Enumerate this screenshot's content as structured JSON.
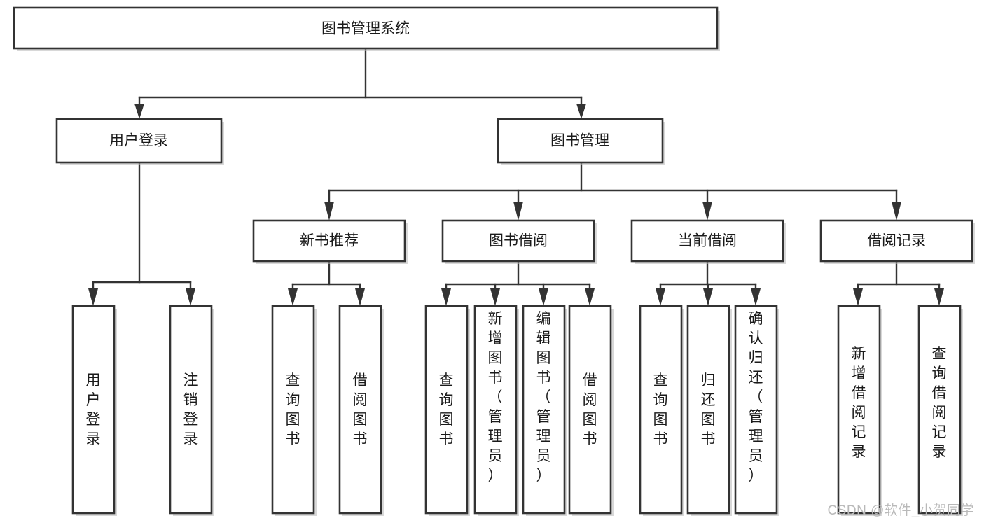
{
  "diagram": {
    "type": "tree",
    "title": "图书管理系统",
    "watermark": "CSDN @软件_小贺同学",
    "colors": {
      "box_stroke": "#333333",
      "box_fill": "#ffffff",
      "edge": "#333333",
      "text": "#1a1a1a",
      "watermark": "#b9b9b9"
    },
    "levels": {
      "level1": [
        {
          "id": "root",
          "label": "图书管理系统",
          "orientation": "horizontal"
        }
      ],
      "level2": [
        {
          "id": "user-login",
          "label": "用户登录",
          "orientation": "horizontal",
          "parent": "root"
        },
        {
          "id": "book-manage",
          "label": "图书管理",
          "orientation": "horizontal",
          "parent": "root"
        }
      ],
      "level3": [
        {
          "id": "new-book-rec",
          "label": "新书推荐",
          "orientation": "horizontal",
          "parent": "book-manage"
        },
        {
          "id": "book-borrow",
          "label": "图书借阅",
          "orientation": "horizontal",
          "parent": "book-manage"
        },
        {
          "id": "current-borrow",
          "label": "当前借阅",
          "orientation": "horizontal",
          "parent": "book-manage"
        },
        {
          "id": "borrow-record",
          "label": "借阅记录",
          "orientation": "horizontal",
          "parent": "book-manage"
        }
      ],
      "level4": [
        {
          "id": "leaf-user-login",
          "label": "用户登录",
          "orientation": "vertical",
          "parent": "user-login"
        },
        {
          "id": "leaf-logout",
          "label": "注销登录",
          "orientation": "vertical",
          "parent": "user-login"
        },
        {
          "id": "leaf-query-book-1",
          "label": "查询图书",
          "orientation": "vertical",
          "parent": "new-book-rec"
        },
        {
          "id": "leaf-borrow-book-1",
          "label": "借阅图书",
          "orientation": "vertical",
          "parent": "new-book-rec"
        },
        {
          "id": "leaf-query-book-2",
          "label": "查询图书",
          "orientation": "vertical",
          "parent": "book-borrow"
        },
        {
          "id": "leaf-add-book",
          "label": "新增图书（管理员）",
          "orientation": "vertical",
          "parent": "book-borrow"
        },
        {
          "id": "leaf-edit-book",
          "label": "编辑图书（管理员）",
          "orientation": "vertical",
          "parent": "book-borrow"
        },
        {
          "id": "leaf-borrow-book-2",
          "label": "借阅图书",
          "orientation": "vertical",
          "parent": "book-borrow"
        },
        {
          "id": "leaf-query-book-3",
          "label": "查询图书",
          "orientation": "vertical",
          "parent": "current-borrow"
        },
        {
          "id": "leaf-return-book",
          "label": "归还图书",
          "orientation": "vertical",
          "parent": "current-borrow"
        },
        {
          "id": "leaf-confirm-return",
          "label": "确认归还（管理员）",
          "orientation": "vertical",
          "parent": "current-borrow"
        },
        {
          "id": "leaf-add-record",
          "label": "新增借阅记录",
          "orientation": "vertical",
          "parent": "borrow-record"
        },
        {
          "id": "leaf-query-record",
          "label": "查询借阅记录",
          "orientation": "vertical",
          "parent": "borrow-record"
        }
      ]
    }
  }
}
